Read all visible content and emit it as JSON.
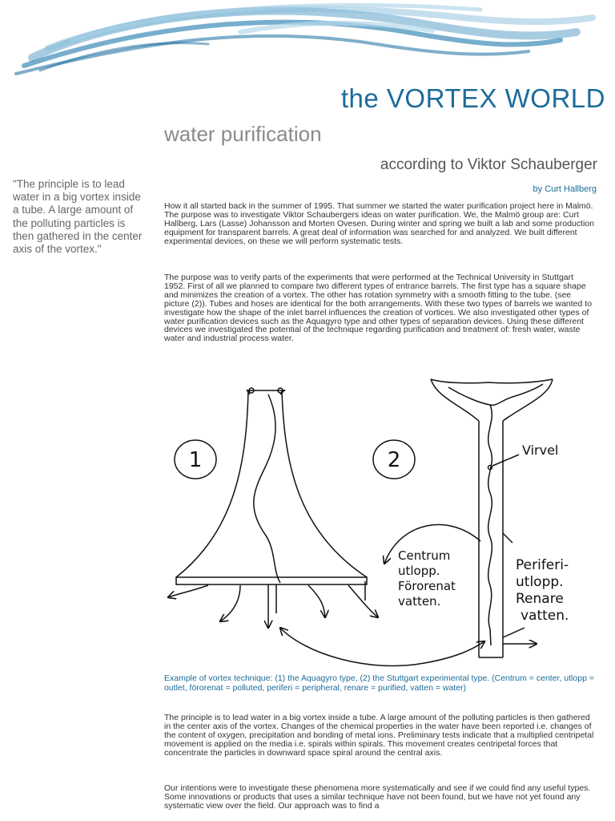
{
  "header": {
    "site_title": "the VORTEX WORLD",
    "title": "water purification",
    "subtitle": "according to Viktor Schauberger",
    "author": "by Curt Hallberg",
    "banner_icon": "water-wave-swoosh",
    "accent_color": "#1b6c99"
  },
  "pullquote": "\"The principle is to lead water in a big vortex inside a tube. A large amount of the polluting particles is then gathered in the center axis of the vortex.\"",
  "body": {
    "p1": "How it all started back in the summer of 1995. That summer we started the water purification project here in Malmö. The purpose was to investigate Viktor Schaubergers ideas on water purification. We, the Malmö group are: Curt Hallberg, Lars (Lasse) Johansson and Morten Ovesen. During winter and spring we built a lab and some production equipment for transparent barrels. A great deal of information was searched for and analyzed. We built different experimental devices, on these we will perform systematic tests.",
    "p2": "The purpose was to verify parts of the experiments that were performed at the Technical University in Stuttgart 1952. First of all we planned to compare two different types of entrance barrels. The first type has a square shape and minimizes the creation of a vortex. The other has rotation symmetry with a smooth fitting to the tube. (see picture (2)). Tubes and hoses are identical for the both arrangements. With these two types of barrels we wanted to investigate how the shape of the inlet barrel influences the creation of vortices. We also investigated other types of water purification devices such as the Aquagyro type and other types of separation devices. Using these different devices we investigated the potential of the technique regarding purification and treatment of: fresh water, waste water and industrial process water.",
    "p3": "The principle is to lead water in a big vortex inside a tube. A large amount of the polluting particles is then gathered in the center axis of the vortex. Changes of the chemical properties in the water have been reported i.e. changes of the content of oxygen, precipitation and bonding of metal ions. Preliminary tests indicate that a multiplied centripetal movement is applied on the media i.e. spirals within spirals. This movement creates centripetal forces that concentrate the particles in downward space spiral around the central axis.",
    "p4": "Our intentions were to investigate these phenomena more systematically and see if we could find any useful types. Some innovations or products that uses a similar technique have not been found, but we have not yet found any systematic view over the field. Our approach was to find a"
  },
  "figure": {
    "label_1": "1",
    "label_2": "2",
    "virvel": "Virvel",
    "centrum": [
      "Centrum",
      "utlopp.",
      "Förorenat",
      "vatten."
    ],
    "periferi": [
      "Periferi-",
      "utlopp.",
      "Renare",
      "vatten."
    ],
    "caption": "Example of vortex technique: (1) the Aquagyro type, (2) the Stuttgart experimental type. (Centrum = center, utlopp = outlet, förorenat = polluted, periferi = peripheral, renare = purified, vatten = water)"
  }
}
